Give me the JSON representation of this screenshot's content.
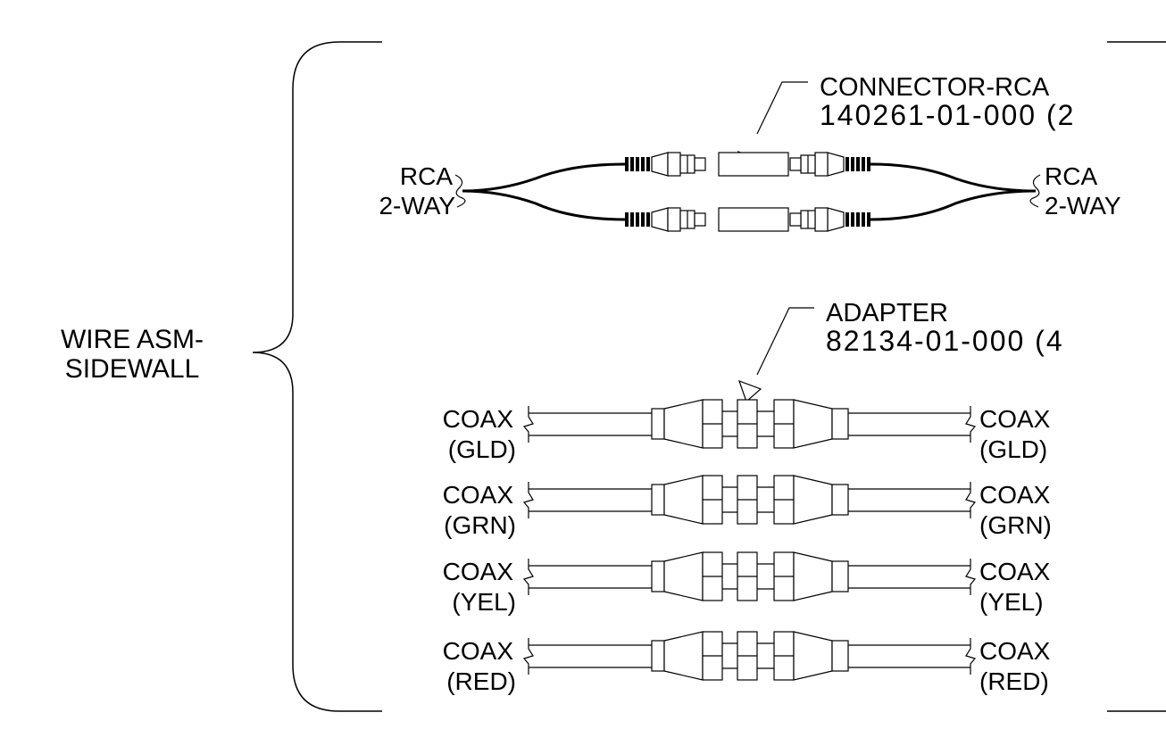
{
  "group_label": {
    "line1": "WIRE ASM-",
    "line2": "SIDEWALL"
  },
  "rca_callout": {
    "name": "CONNECTOR-RCA",
    "part": "140261-01-000 (2"
  },
  "adapter_callout": {
    "name": "ADAPTER",
    "part": "82134-01-000 (4"
  },
  "rca_left": {
    "line1": "RCA",
    "line2": "2-WAY"
  },
  "rca_right": {
    "line1": "RCA",
    "line2": "2-WAY"
  },
  "coax_rows": [
    {
      "left_top": "COAX",
      "left_bottom": "(GLD)",
      "right_top": "COAX",
      "right_bottom": "(GLD)"
    },
    {
      "left_top": "COAX",
      "left_bottom": "(GRN)",
      "right_top": "COAX",
      "right_bottom": "(GRN)"
    },
    {
      "left_top": "COAX",
      "left_bottom": "(YEL)",
      "right_top": "COAX",
      "right_bottom": "(YEL)"
    },
    {
      "left_top": "COAX",
      "left_bottom": "(RED)",
      "right_top": "COAX",
      "right_bottom": "(RED)"
    }
  ]
}
